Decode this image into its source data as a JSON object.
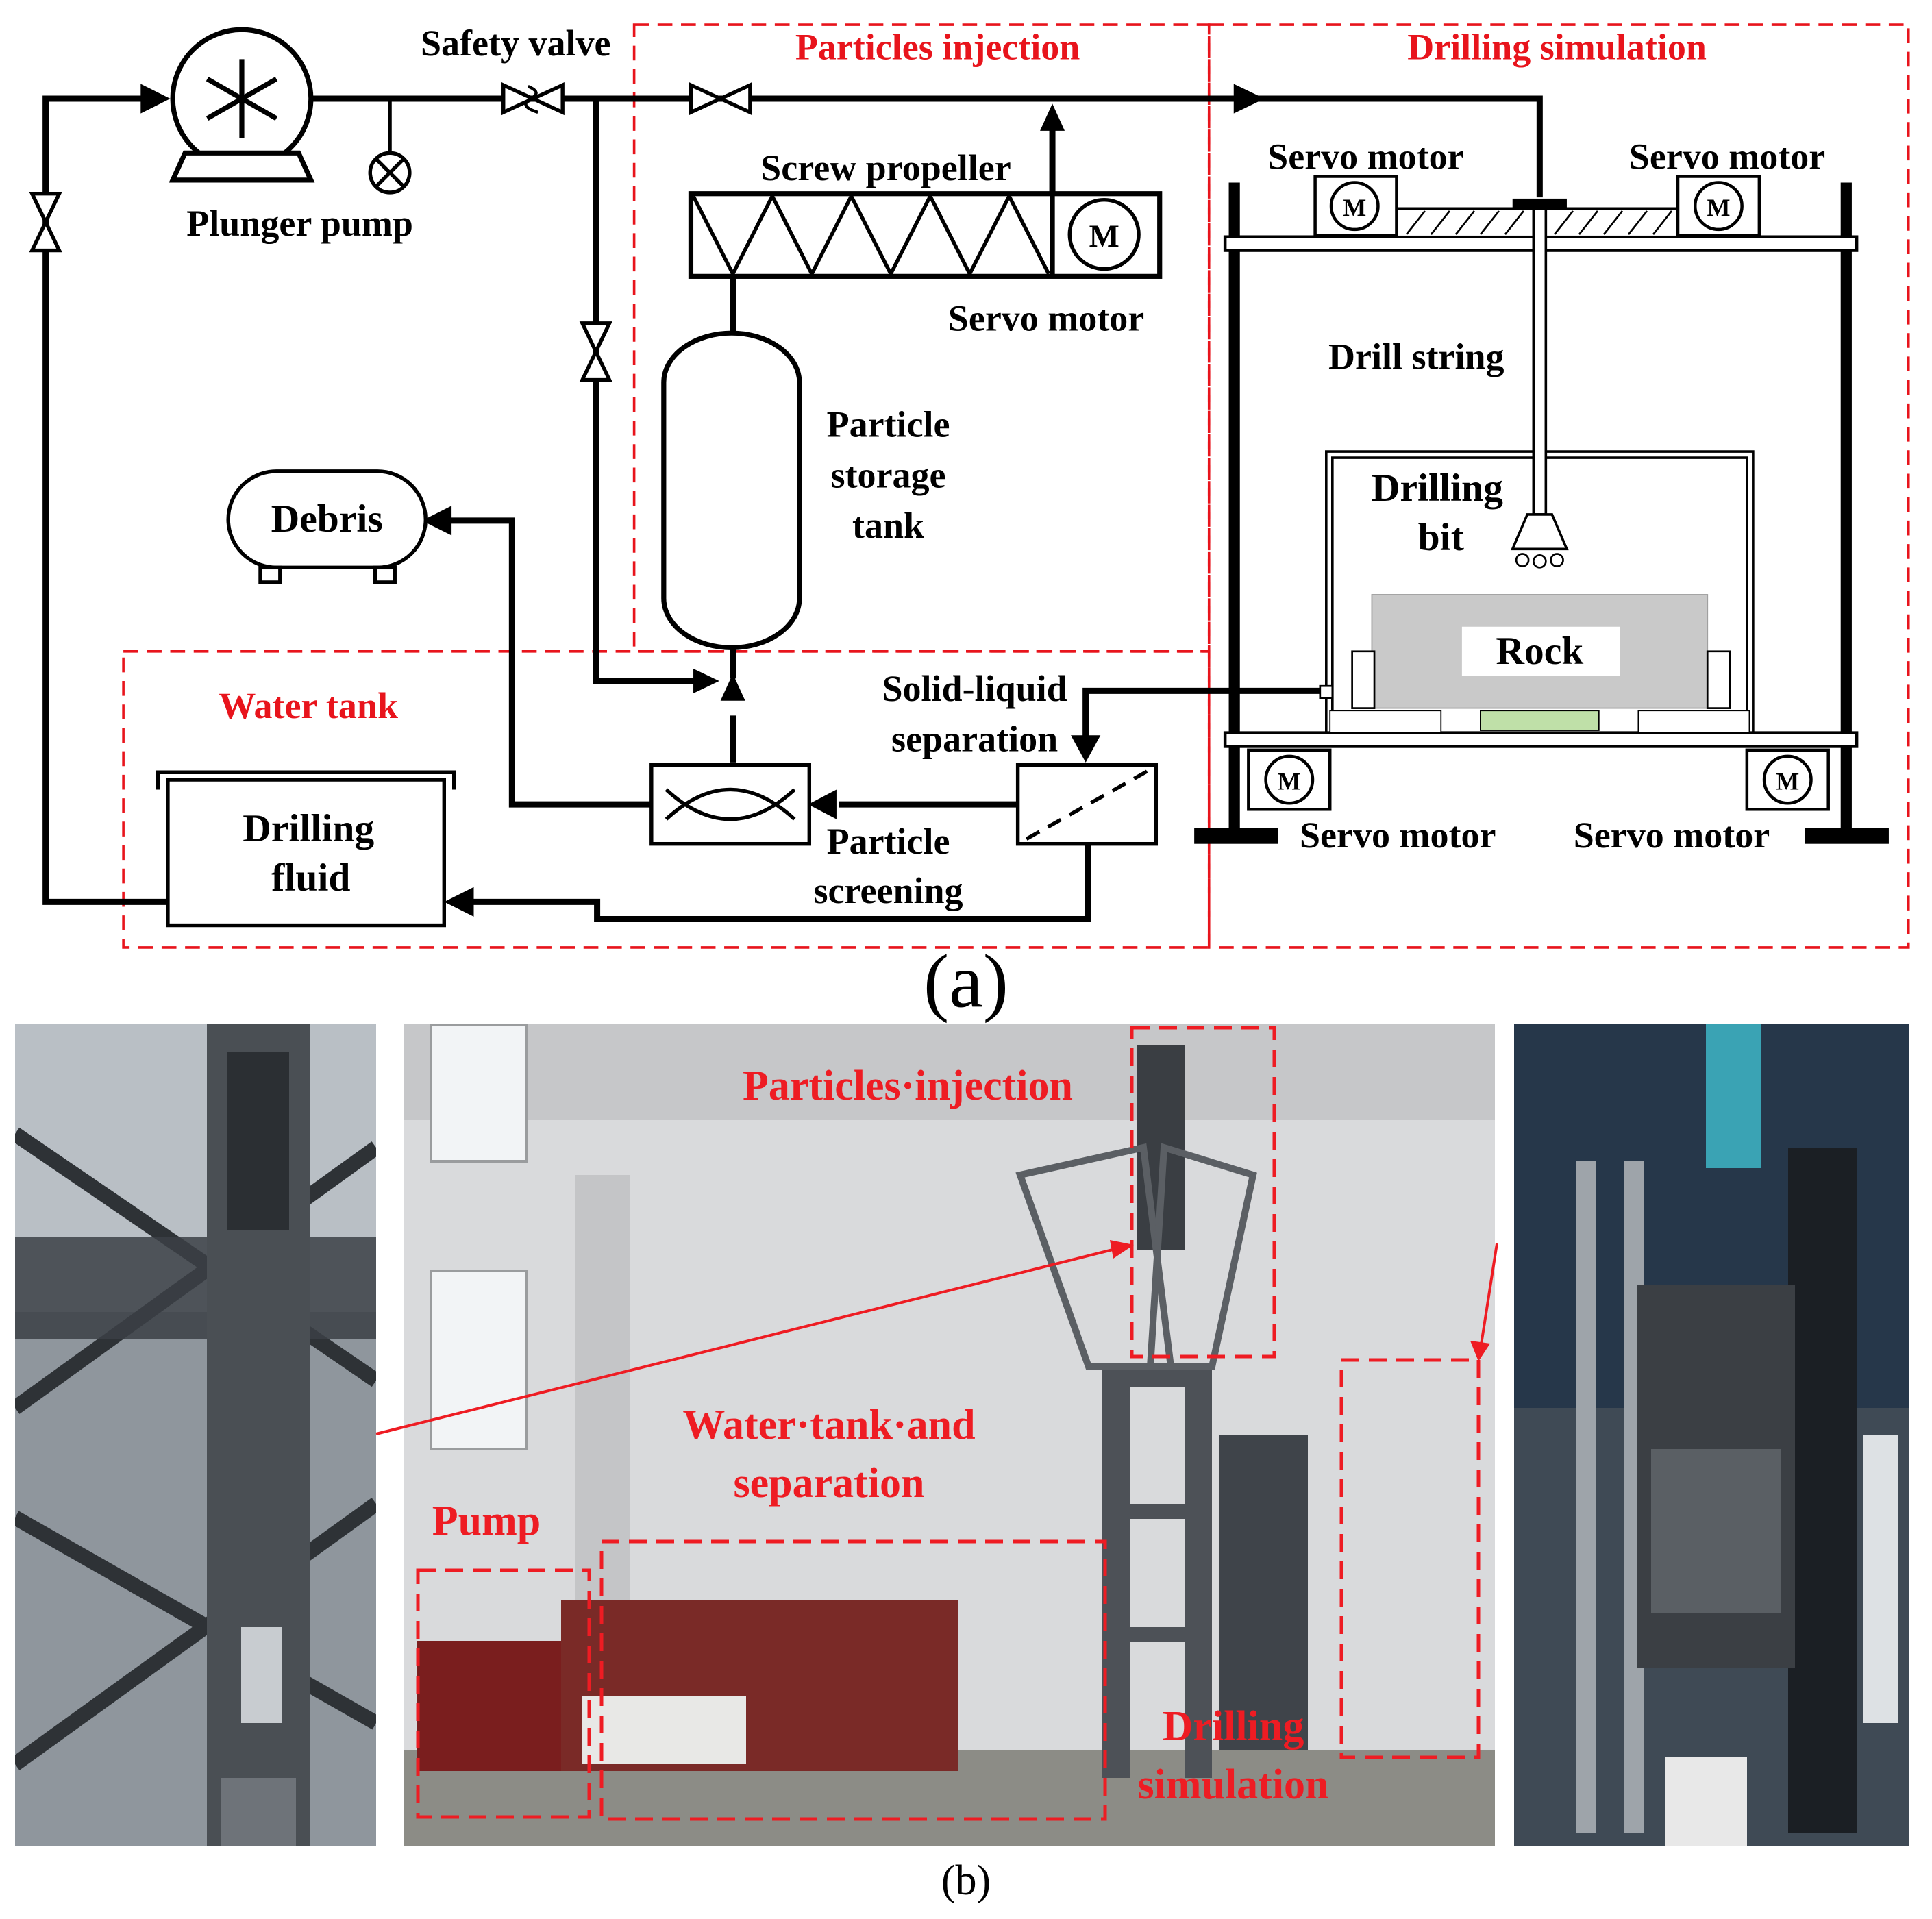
{
  "panel_a": {
    "caption": "(a)",
    "regions": {
      "particles_injection": "Particles injection",
      "drilling_simulation": "Drilling simulation",
      "water_tank": "Water tank"
    },
    "labels": {
      "safety_valve": "Safety valve",
      "plunger_pump": "Plunger pump",
      "screw_propeller": "Screw propeller",
      "servo_motor_screw": "Servo motor",
      "particle_storage_tank": [
        "Particle",
        "storage",
        "tank"
      ],
      "debris": "Debris",
      "drilling_fluid": [
        "Drilling",
        "fluid"
      ],
      "solid_liquid_separation": [
        "Solid-liquid",
        "separation"
      ],
      "particle_screening": [
        "Particle",
        "screening"
      ],
      "servo_motor_top_left": "Servo motor",
      "servo_motor_top_right": "Servo motor",
      "servo_motor_bottom_left": "Servo motor",
      "servo_motor_bottom_right": "Servo motor",
      "drill_string": "Drill string",
      "drilling_bit": [
        "Drilling",
        "bit"
      ],
      "rock": "Rock",
      "motor_symbol": "M"
    },
    "colors": {
      "region_border": "#e8141c",
      "pipe": "#000000"
    }
  },
  "panel_b": {
    "caption": "(b)",
    "photo_labels": {
      "particles_injection": "Particles·injection",
      "water_tank_line1": "Water·tank·and",
      "water_tank_line2": "separation",
      "pump": "Pump",
      "drilling_line1": "Drilling",
      "drilling_line2": "simulation"
    }
  }
}
